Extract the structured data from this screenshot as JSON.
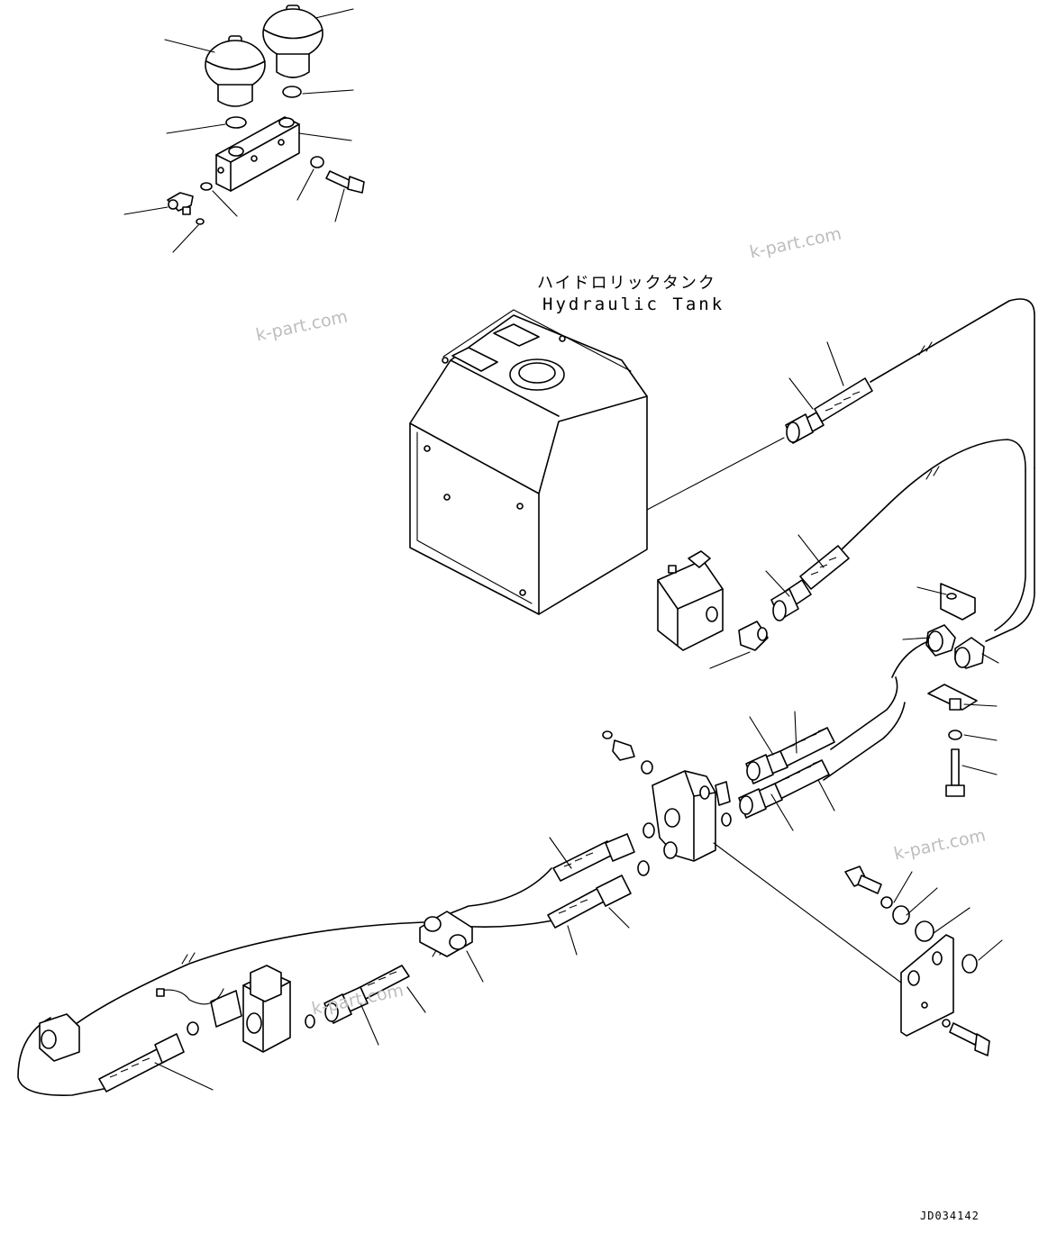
{
  "component": {
    "title_japanese": "ハイドロリックタンク",
    "title_english": "Hydraulic Tank"
  },
  "watermarks": [
    "k-part.com",
    "k-part.com",
    "k-part.com",
    "k-part.com"
  ],
  "drawing_code": "JD034142"
}
